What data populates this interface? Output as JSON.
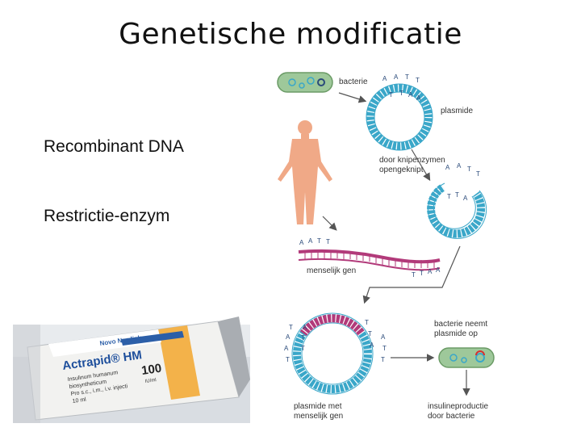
{
  "title": "Genetische modificatie",
  "bullets": [
    "Recombinant DNA",
    "Restrictie-enzym"
  ],
  "diagram": {
    "bacteria_label": "bacterie",
    "plasmid_label": "plasmide",
    "cut_label_1": "door knipenzymen",
    "cut_label_2": "opengeknipt",
    "human_gene_label": "menselijk gen",
    "uptake_label_1": "bacterie neemt",
    "uptake_label_2": "plasmide op",
    "recombinant_label_1": "plasmide met",
    "recombinant_label_2": "menselijk gen",
    "product_label_1": "insulineproductie",
    "product_label_2": "door bacterie",
    "bases": {
      "A": "A",
      "T": "T"
    }
  },
  "vial": {
    "brand": "Novo Nordisk",
    "product": "Actrapid® HM",
    "line1": "Insulinum humanum",
    "line2": "biosyntheticum",
    "line3": "Pro s.c., i.m., i.v. injecti",
    "volume": "10 ml",
    "strength": "100",
    "unit": "IU/ml"
  },
  "colors": {
    "plasmid": "#3aa7c9",
    "human_dna": "#b23a7a",
    "arrow": "#555555",
    "bacteria_fill": "#9ec89a"
  }
}
